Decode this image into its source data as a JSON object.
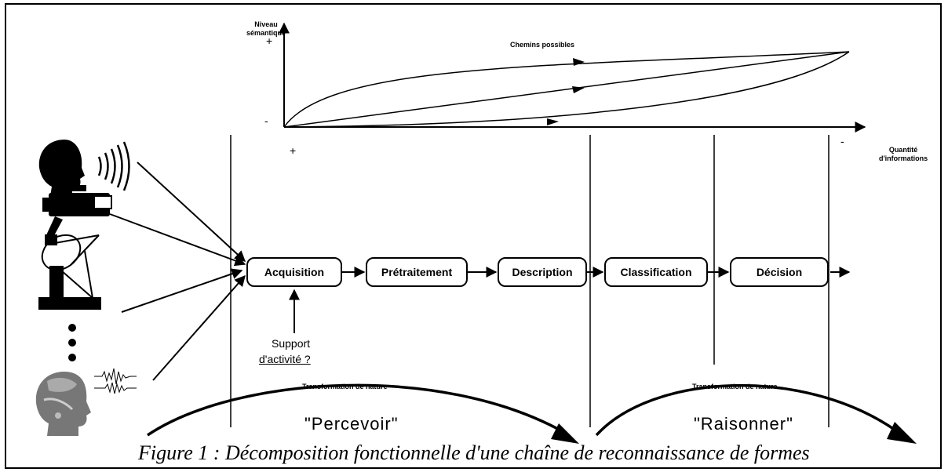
{
  "graph": {
    "y_axis_label_line1": "Niveau",
    "y_axis_label_line2": "sémantique",
    "y_plus": "+",
    "y_minus": "-",
    "x_plus": "+",
    "x_minus": "-",
    "x_axis_label_line1": "Quantité",
    "x_axis_label_line2": "d'informations",
    "paths_label": "Chemins possibles"
  },
  "sources_icons": [
    "head-speaking-icon",
    "sound-waves-icon",
    "video-camera-icon",
    "satellite-dish-icon",
    "ellipsis-dots-icon",
    "head-scan-icon",
    "signal-waveform-icon"
  ],
  "chain": {
    "boxes": [
      "Acquisition",
      "Prétraitement",
      "Description",
      "Classification",
      "Décision"
    ]
  },
  "support": {
    "line1": "Support",
    "line2": "d'activité ?"
  },
  "transformations": {
    "left": "Transformation de nature",
    "right": "Transformation de nature"
  },
  "phases": {
    "left": "\"Percevoir\"",
    "right": "\"Raisonner\""
  },
  "caption": "Figure 1 : Décomposition fonctionnelle d'une chaîne de reconnaissance de formes"
}
